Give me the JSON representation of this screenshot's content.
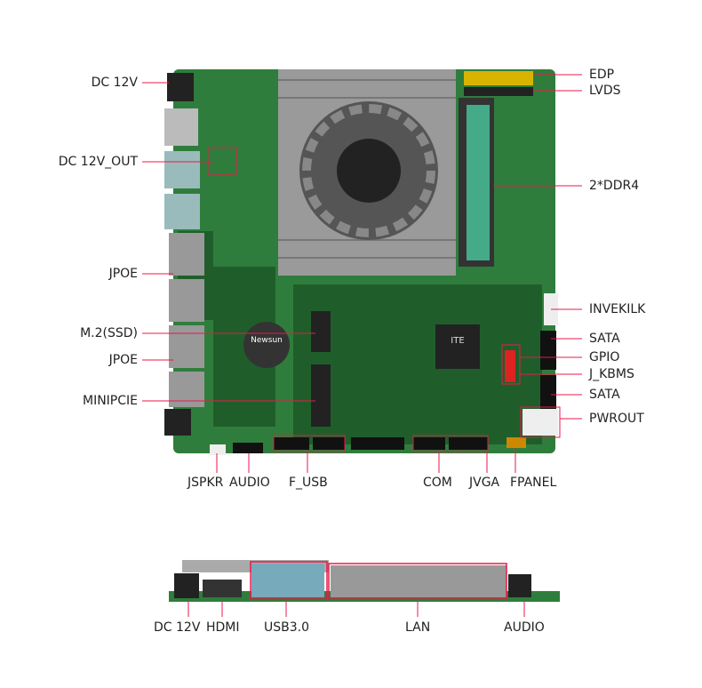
{
  "labels_left": [
    "DC 12V",
    "DC 12V_OUT",
    "JPOE",
    "M.2(SSD)",
    "JPOE",
    "MINIPCIE"
  ],
  "labels_right": [
    "EDP",
    "LVDS",
    "2*DDR4",
    "INVEKILK",
    "SATA",
    "GPIO",
    "J_KBMS",
    "SATA",
    "PWROUT"
  ],
  "labels_bottom": [
    "JSPKR",
    "AUDIO",
    "F_USB",
    "COM",
    "JVGA",
    "FPANEL"
  ],
  "labels_io": [
    "DC 12V",
    "HDMI",
    "USB3.0",
    "LAN",
    "AUDIO"
  ],
  "board_marks": {
    "chip": "ITE",
    "battery": "Newsun"
  },
  "colors": {
    "leader_line": "#e8194a",
    "pcb": "#2f7d3c",
    "heatsink": "#9a9a9a"
  }
}
